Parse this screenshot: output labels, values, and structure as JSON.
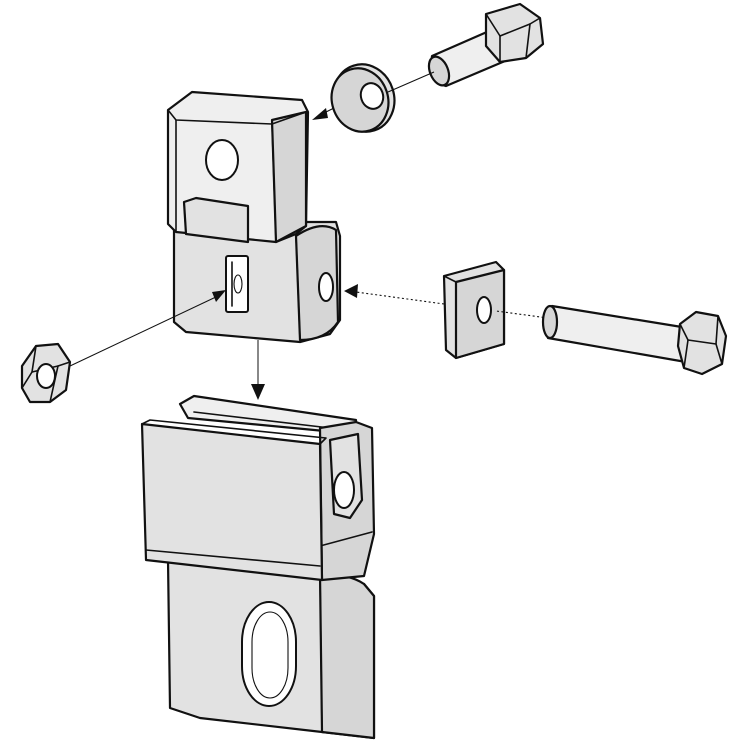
{
  "figure": {
    "kind": "exploded assembly drawing",
    "parts": [
      "hex-head-bolt-short",
      "flat-washer",
      "hinge-knuckle-block",
      "hex-nut",
      "square-washer",
      "hex-head-bolt-long",
      "hinge-mounting-bracket"
    ],
    "line_color": "#111111",
    "fill_color": "#e2e2e2",
    "background_color": "#ffffff"
  }
}
